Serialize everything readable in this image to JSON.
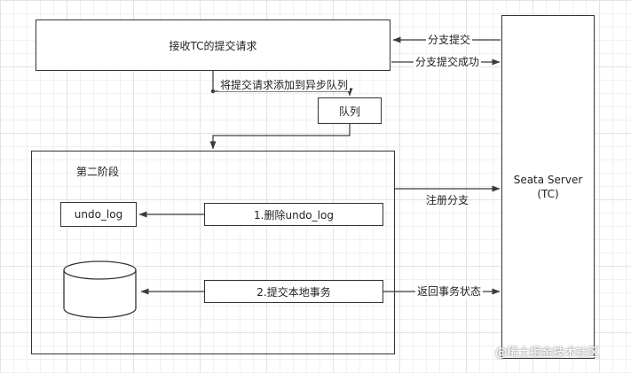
{
  "diagram": {
    "nodes": {
      "receive_commit": {
        "label": "接收TC的提交请求"
      },
      "seata_server": {
        "line1": "Seata Server",
        "line2": "(TC)"
      },
      "queue": {
        "label": "队列"
      },
      "phase2": {
        "label": "第二阶段"
      },
      "undo_log": {
        "label": "undo_log"
      },
      "delete_undo_log": {
        "label": "1.删除undo_log"
      },
      "commit_local_tx": {
        "label": "2.提交本地事务"
      }
    },
    "edge_labels": {
      "branch_commit": "分支提交",
      "branch_commit_success": "分支提交成功",
      "add_to_async_queue": "将提交请求添加到异步队列",
      "register_branch": "注册分支",
      "return_tx_status": "返回事务状态"
    },
    "watermark": "@稀土掘金技术社区",
    "colors": {
      "line": "#3a3a3a",
      "node_border": "#333333",
      "grid_minor": "#f1f1f1",
      "grid_major": "#e3e3e3"
    }
  }
}
